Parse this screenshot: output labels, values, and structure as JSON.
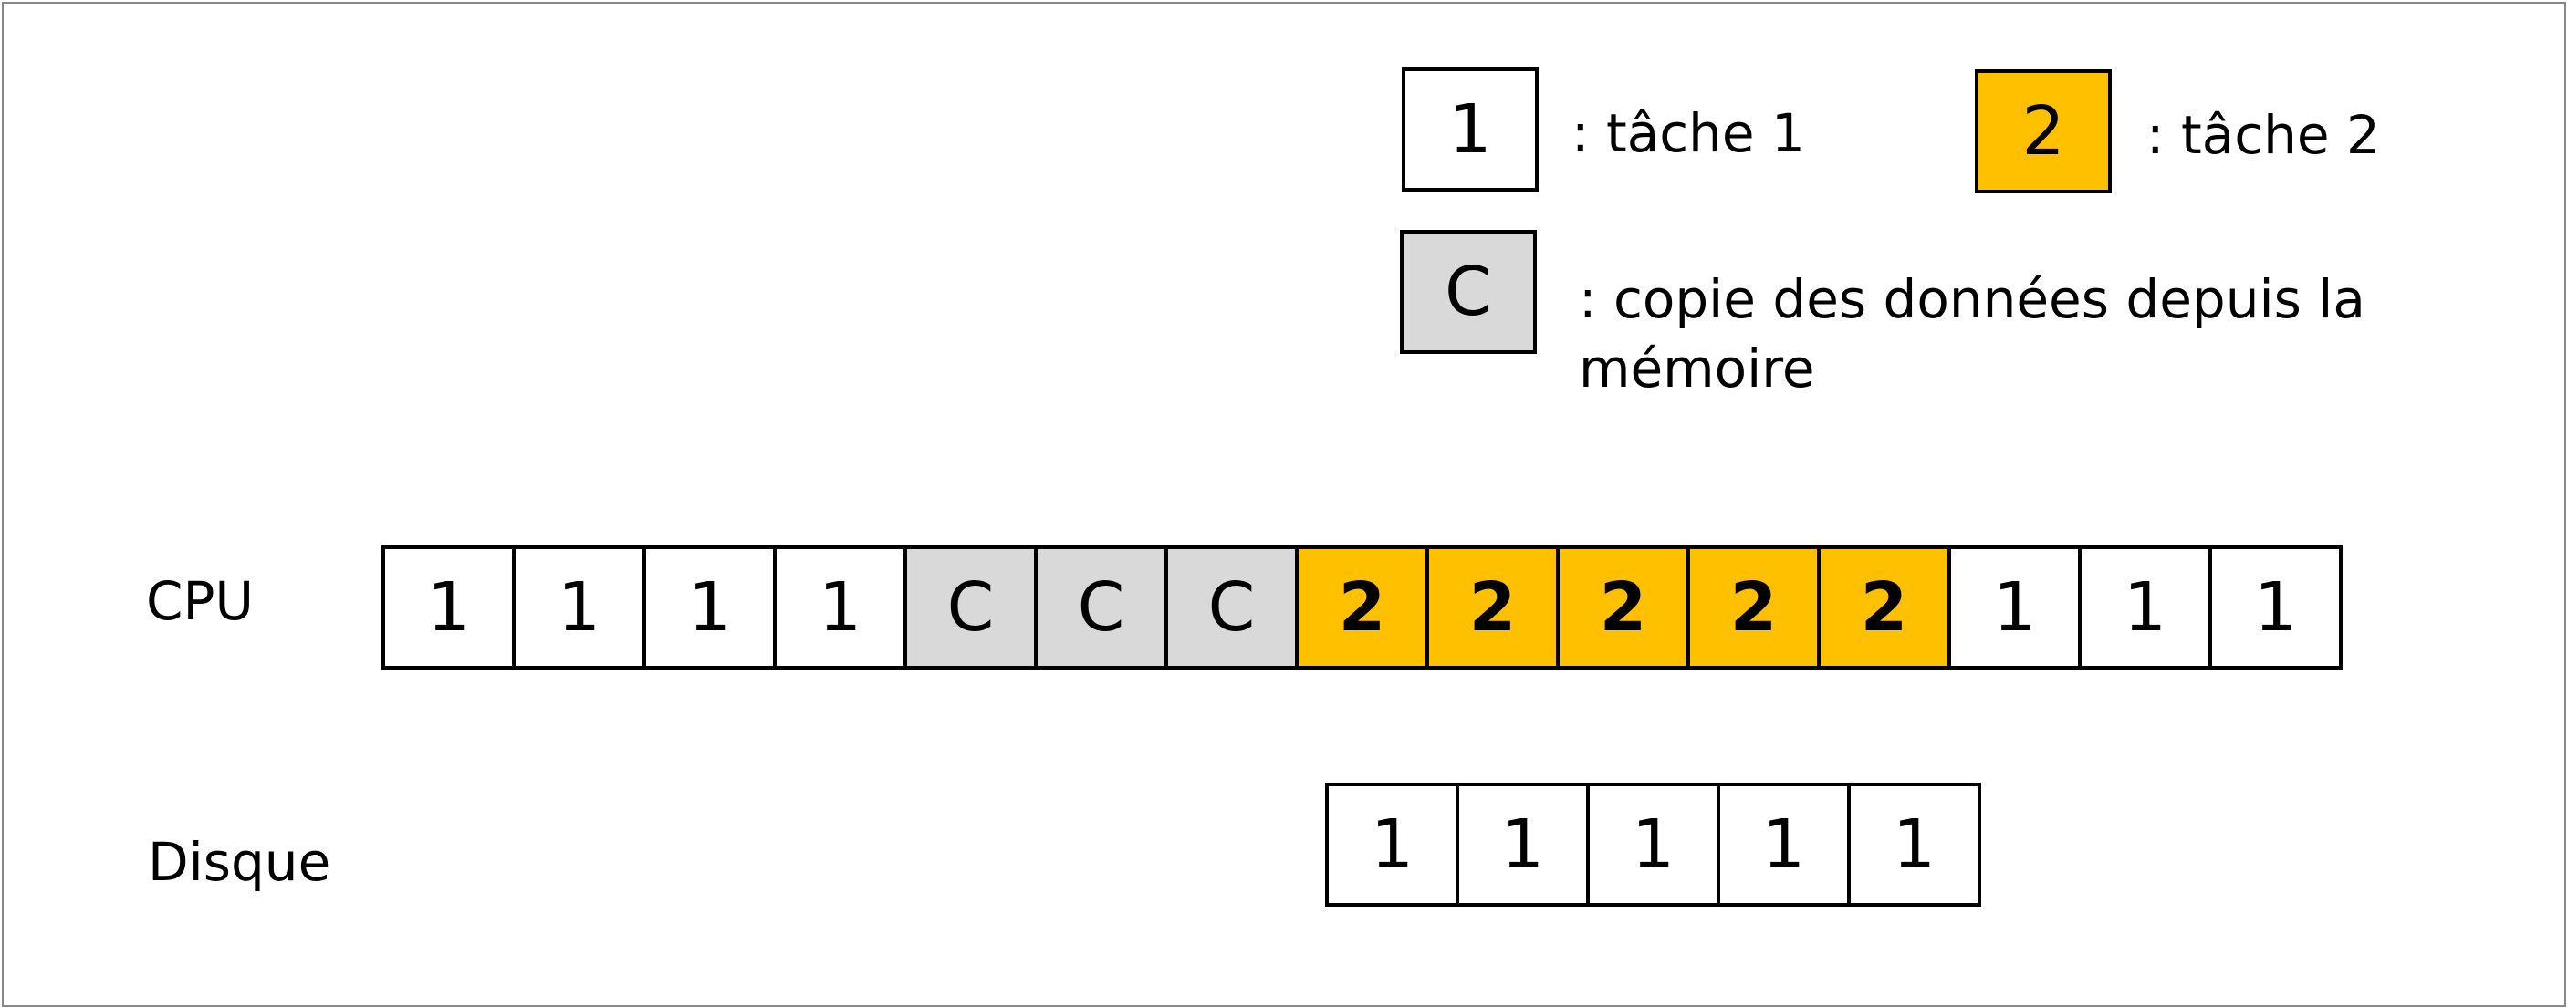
{
  "legend": [
    {
      "symbol": "1",
      "text": ": tâche 1",
      "fill": "#ffffff"
    },
    {
      "symbol": "2",
      "text": ": tâche 2",
      "fill": "#ffc000"
    },
    {
      "symbol": "C",
      "text": ": copie des données depuis la",
      "text2": "mémoire",
      "fill": "#d9d9d9"
    }
  ],
  "rows": {
    "cpu": {
      "label": "CPU",
      "cells": [
        {
          "v": "1",
          "t": "w"
        },
        {
          "v": "1",
          "t": "w"
        },
        {
          "v": "1",
          "t": "w"
        },
        {
          "v": "1",
          "t": "w"
        },
        {
          "v": "C",
          "t": "g"
        },
        {
          "v": "C",
          "t": "g"
        },
        {
          "v": "C",
          "t": "g"
        },
        {
          "v": "2",
          "t": "y"
        },
        {
          "v": "2",
          "t": "y"
        },
        {
          "v": "2",
          "t": "y"
        },
        {
          "v": "2",
          "t": "y"
        },
        {
          "v": "2",
          "t": "y"
        },
        {
          "v": "1",
          "t": "w"
        },
        {
          "v": "1",
          "t": "w"
        },
        {
          "v": "1",
          "t": "w"
        }
      ]
    },
    "disk": {
      "label": "Disque",
      "cells": [
        {
          "v": "1",
          "t": "w"
        },
        {
          "v": "1",
          "t": "w"
        },
        {
          "v": "1",
          "t": "w"
        },
        {
          "v": "1",
          "t": "w"
        },
        {
          "v": "1",
          "t": "w"
        }
      ]
    }
  },
  "colors": {
    "task1": "#ffffff",
    "task2": "#ffc000",
    "copy": "#d9d9d9",
    "border": "#000000"
  }
}
